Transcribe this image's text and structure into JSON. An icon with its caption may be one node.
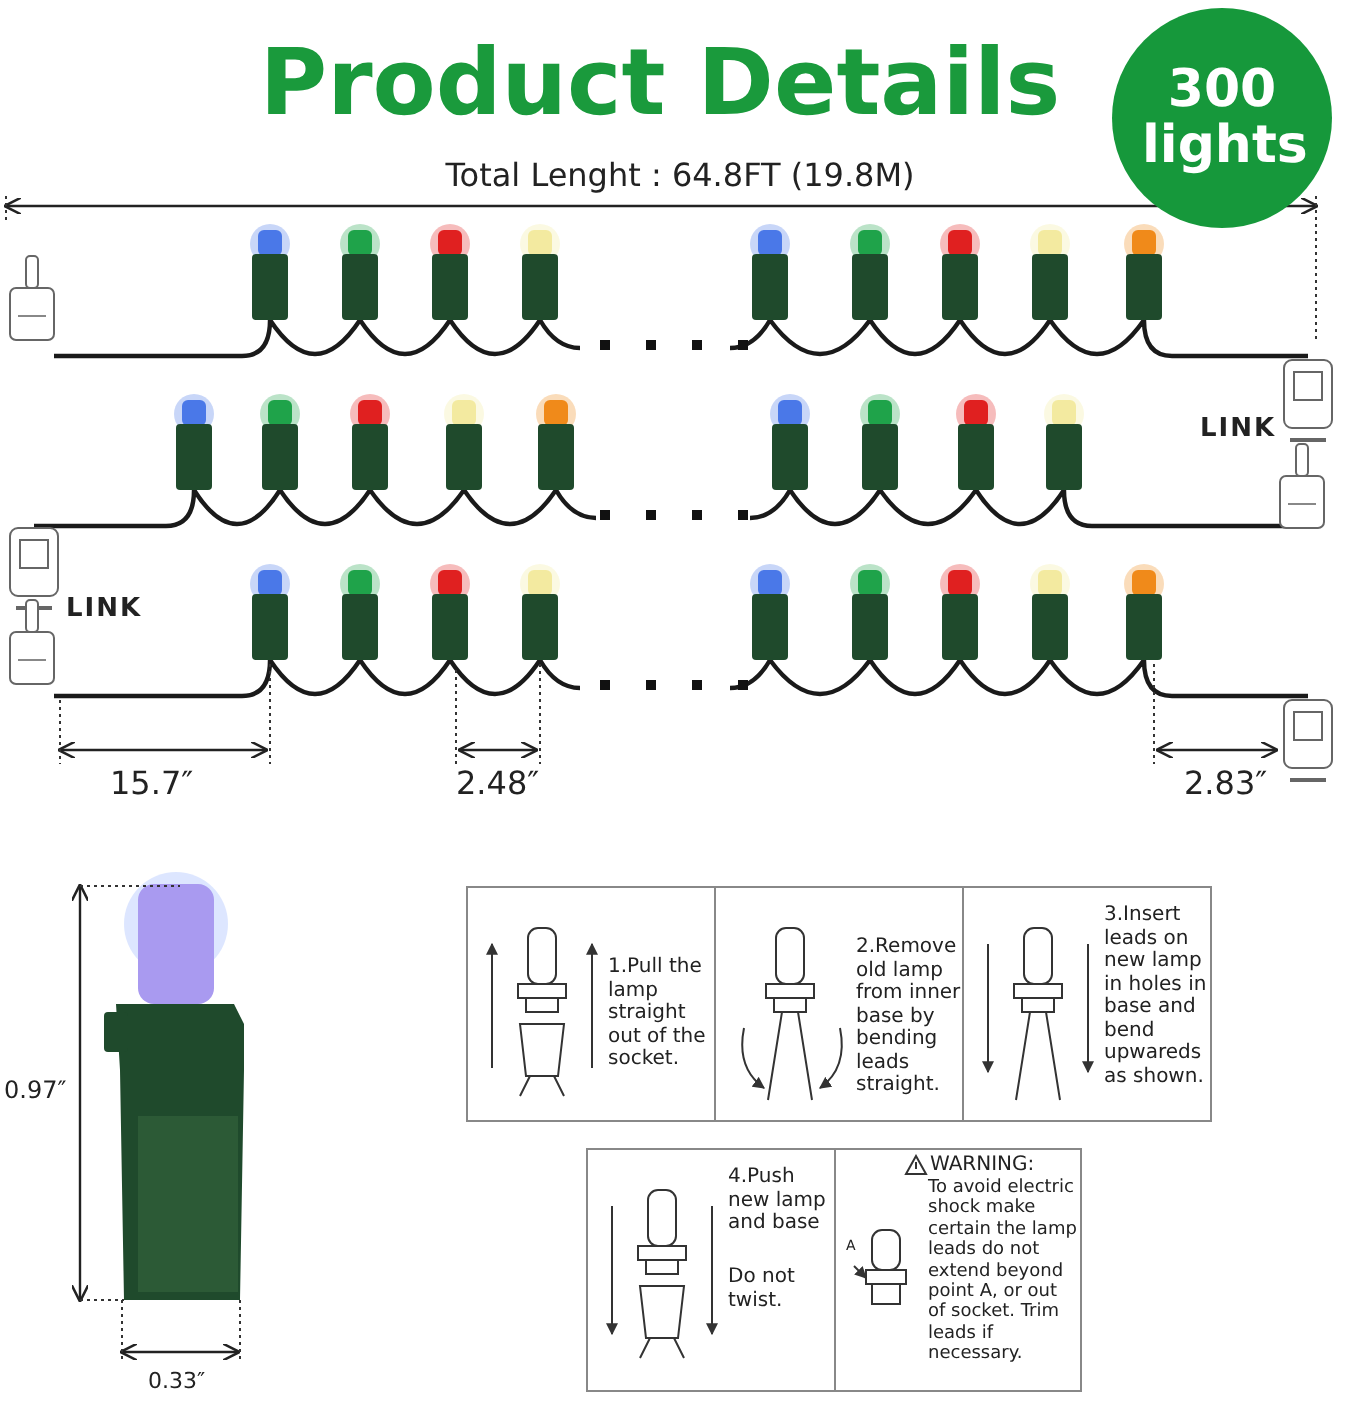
{
  "diagram": {
    "title": "Product Details",
    "nodes": [
      {
        "text": [
          "300 lights"
        ]
      },
      {
        "text": [
          "1.Pull the lamp straight out of the socket."
        ]
      },
      {
        "text": [
          "2.Remove old lamp from inner base by bending leads straight."
        ]
      },
      {
        "text": [
          "3.Insert leads on new lamp in holes in base and bend upwareds as shown."
        ]
      },
      {
        "text": [
          "4.Push new lamp and base",
          "Do not twist."
        ]
      },
      {
        "text": [
          "WARNING:",
          "To avoid electric shock make certain the lamp leads do not extend beyond point A, or out of socket. Trim leads if necessary."
        ]
      }
    ],
    "labels": [
      "Total Lenght : 64.8FT (19.8M)",
      "LINK",
      "LINK",
      "15.7″",
      "2.48″",
      "2.83″",
      "0.97″",
      "0.33″",
      "A"
    ]
  }
}
